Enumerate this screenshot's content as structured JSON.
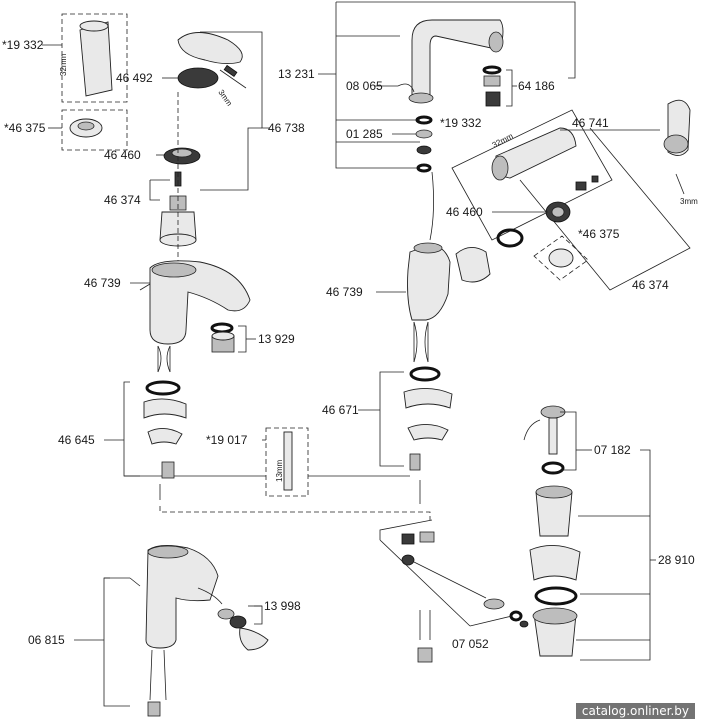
{
  "labels": {
    "l19332a": "*19 332",
    "l46375a": "*46 375",
    "l46492": "46 492",
    "l46460a": "46 460",
    "l46374a": "46 374",
    "l46738": "46 738",
    "l46739a": "46 739",
    "l13929": "13 929",
    "l46645": "46 645",
    "l19017": "*19 017",
    "l13998": "13 998",
    "l06815": "06 815",
    "l13231": "13 231",
    "l08065": "08 065",
    "l01285": "01 285",
    "l64186": "64 186",
    "l19332b": "*19 332",
    "l46741": "46 741",
    "l46460b": "46 460",
    "l46375b": "*46 375",
    "l46374b": "46 374",
    "l46739b": "46 739",
    "l46671": "46 671",
    "l07182": "07 182",
    "l28910": "28 910",
    "l07052": "07 052"
  },
  "dims": {
    "d32a": "32mm",
    "d3a": "3mm",
    "d32b": "32mm",
    "d3b": "3mm",
    "d13": "13mm"
  },
  "watermark": "catalog.onliner.by"
}
